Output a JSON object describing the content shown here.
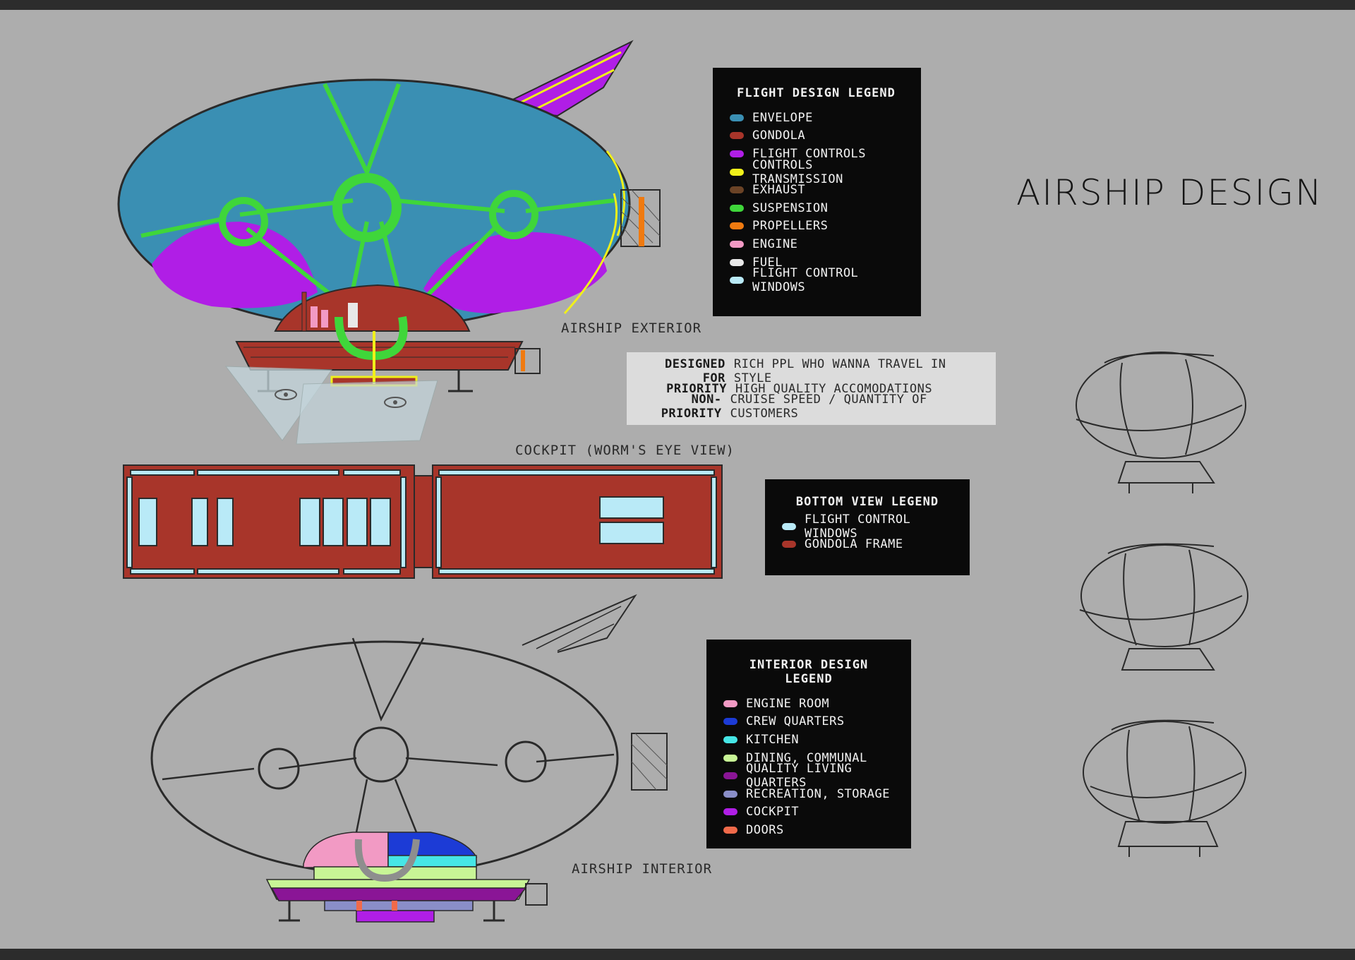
{
  "title": "AIRSHIP DESIGN",
  "labels": {
    "exterior": "AIRSHIP EXTERIOR",
    "cockpit": "COCKPIT (WORM'S EYE VIEW)",
    "interior": "AIRSHIP INTERIOR"
  },
  "design_info": [
    {
      "key": "DESIGNED FOR",
      "value": "RICH PPL WHO WANNA TRAVEL IN STYLE"
    },
    {
      "key": "PRIORITY",
      "value": "HIGH QUALITY ACCOMODATIONS"
    },
    {
      "key": "NON-PRIORITY",
      "value": "CRUISE SPEED / QUANTITY OF CUSTOMERS"
    }
  ],
  "flight_legend": {
    "title": "FLIGHT DESIGN LEGEND",
    "items": [
      {
        "label": "ENVELOPE",
        "color": "#3a8fb3"
      },
      {
        "label": "GONDOLA",
        "color": "#a8352a"
      },
      {
        "label": "FLIGHT CONTROLS",
        "color": "#b01ee6"
      },
      {
        "label": "CONTROLS TRANSMISSION",
        "color": "#f0f01a"
      },
      {
        "label": "EXHAUST",
        "color": "#6b4326"
      },
      {
        "label": "SUSPENSION",
        "color": "#3fd63a"
      },
      {
        "label": "PROPELLERS",
        "color": "#f07a10"
      },
      {
        "label": "ENGINE",
        "color": "#f29ac4"
      },
      {
        "label": "FUEL",
        "color": "#e8e8e8"
      },
      {
        "label": "FLIGHT CONTROL WINDOWS",
        "color": "#b9eaf7"
      }
    ]
  },
  "bottom_legend": {
    "title": "BOTTOM VIEW LEGEND",
    "items": [
      {
        "label": "FLIGHT CONTROL WINDOWS",
        "color": "#b9eaf7"
      },
      {
        "label": "GONDOLA FRAME",
        "color": "#a8352a"
      }
    ]
  },
  "interior_legend": {
    "title": "INTERIOR DESIGN LEGEND",
    "items": [
      {
        "label": "ENGINE ROOM",
        "color": "#f29ac4"
      },
      {
        "label": "CREW QUARTERS",
        "color": "#1c3bd6"
      },
      {
        "label": "KITCHEN",
        "color": "#46e6e6"
      },
      {
        "label": "DINING, COMMUNAL",
        "color": "#c8f596"
      },
      {
        "label": "QUALITY LIVING QUARTERS",
        "color": "#8a1596"
      },
      {
        "label": "RECREATION, STORAGE",
        "color": "#8a8ec8"
      },
      {
        "label": "COCKPIT",
        "color": "#b01ee6"
      },
      {
        "label": "DOORS",
        "color": "#f06a4a"
      }
    ]
  }
}
